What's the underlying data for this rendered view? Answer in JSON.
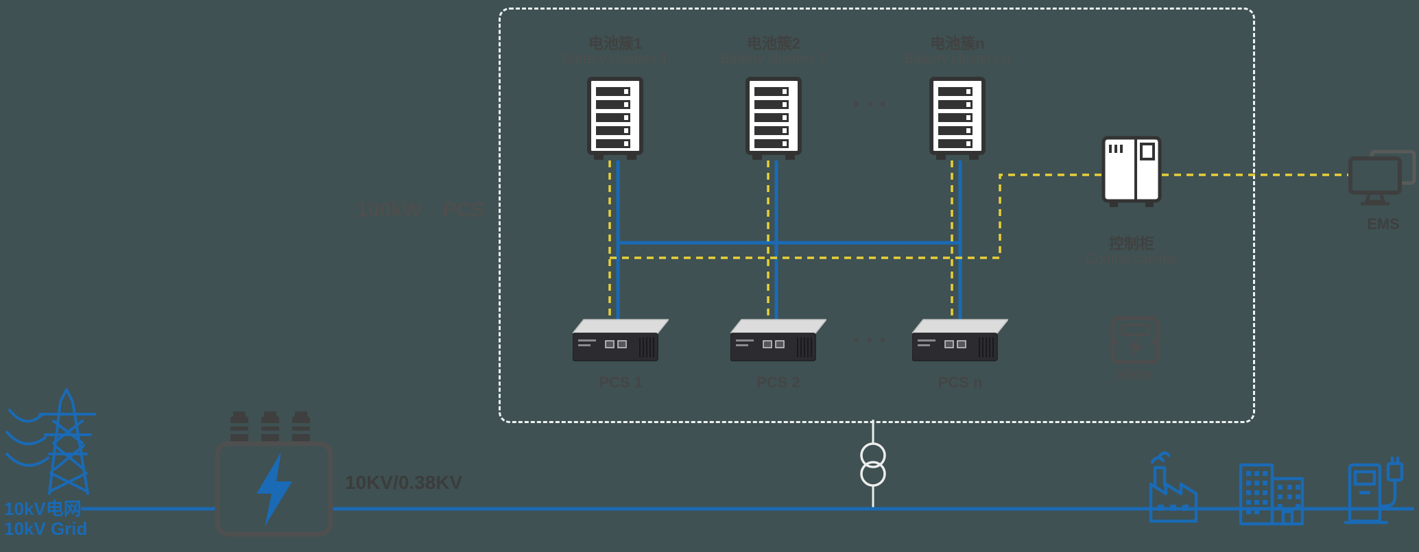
{
  "colors": {
    "background": "#3f5152",
    "power_blue": "#1a6ab5",
    "comm_yellow": "#e8cf3a",
    "dark_gray": "#3f3f3f",
    "boundary_white": "#eef2f2"
  },
  "system_box": {
    "power_rating_label": "100kW PCS",
    "battery_clusters": [
      {
        "zh": "电池簇1",
        "en": "Battery clusters 1"
      },
      {
        "zh": "电池簇2",
        "en": "Battery clusters 2"
      },
      {
        "zh": "电池簇n",
        "en": "Battery clusters n"
      }
    ],
    "cluster_ellipsis": "···",
    "pcs_units": [
      {
        "label": "PCS 1"
      },
      {
        "label": "PCS 2"
      },
      {
        "label": "PCS n"
      }
    ],
    "pcs_ellipsis": "···",
    "control_cabinet": {
      "zh": "控制柜",
      "en": "Control cabinet"
    },
    "meter_label": "Meter"
  },
  "ems_label": "EMS",
  "grid": {
    "zh": "10kV电网",
    "en": "10kV Grid"
  },
  "transformer_ratio": "10KV/0.38KV"
}
